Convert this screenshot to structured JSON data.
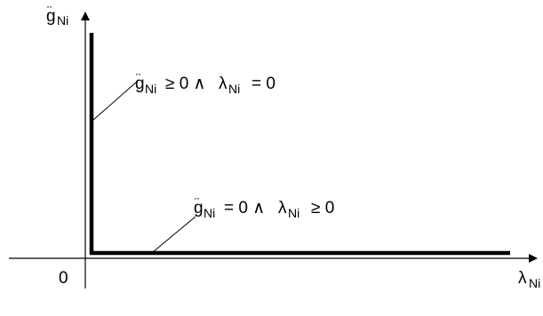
{
  "axes": {
    "y_label": {
      "main": "g",
      "accent": "¨",
      "sub": "Ni"
    },
    "x_label": {
      "main": "λ",
      "sub": "Ni"
    },
    "origin_label": "0"
  },
  "branches": {
    "vertical": {
      "g_main": "g",
      "g_accent": "¨",
      "g_sub": "Ni",
      "op1": "≥ 0 ∧",
      "lam": "λ",
      "lam_sub": "Ni",
      "op2": "= 0"
    },
    "horizontal": {
      "g_main": "g",
      "g_accent": "¨",
      "g_sub": "Ni",
      "op1": "= 0 ∧",
      "lam": "λ",
      "lam_sub": "Ni",
      "op2": "≥ 0"
    }
  },
  "colors": {
    "ink": "#000000"
  }
}
